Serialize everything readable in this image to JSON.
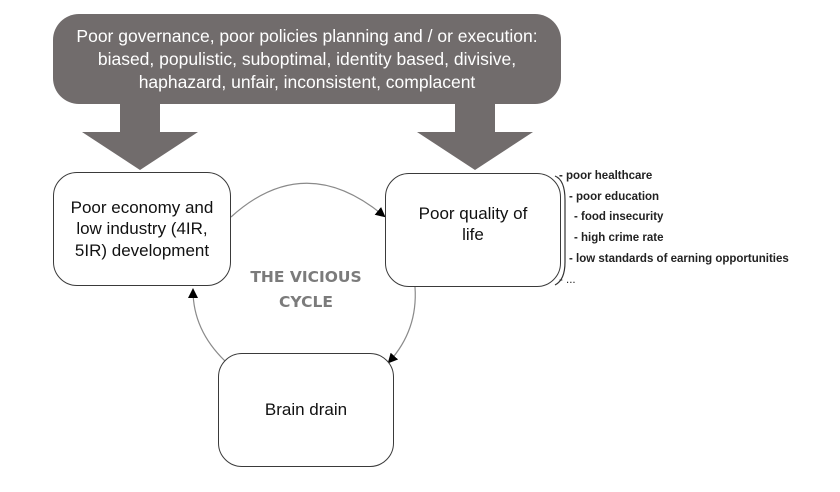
{
  "banner": {
    "text": "Poor governance, poor policies planning and / or execution: biased, populistic, suboptimal, identity based, divisive, haphazard, unfair, inconsistent, complacent"
  },
  "nodes": {
    "economy": "Poor economy and low industry (4IR, 5IR) development",
    "quality": "Poor quality of life",
    "brain": "Brain drain"
  },
  "cycle_label": {
    "line1": "THE VICIOUS",
    "line2": "CYCLE"
  },
  "effects": [
    "- poor healthcare",
    "- poor education",
    "- food insecurity",
    "- high crime rate",
    "- low standards of earning opportunities",
    "- ..."
  ],
  "colors": {
    "banner": "#716c6c",
    "node_border": "#3a3a3a",
    "connector": "#8a8a8a",
    "cycle_label": "#7b7b7b"
  }
}
